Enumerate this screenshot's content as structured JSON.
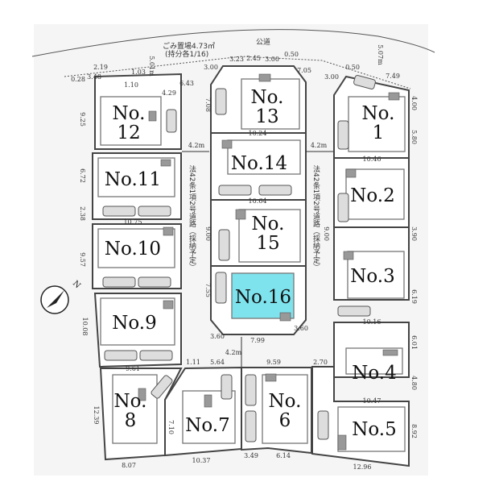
{
  "public_road": "公道",
  "garbage_area": "ごみ置場4.73㎡",
  "garbage_share": "(持分各1/16)",
  "private_road_label": "法42条1項2号道路（採納予定）",
  "road_width": "4.2m",
  "highlight_color": "#7fe3ee",
  "north_mark": "N",
  "lots": {
    "no1": "No.\n1",
    "no2": "No.2",
    "no3": "No.3",
    "no4": "No.4",
    "no5": "No.5",
    "no6": "No.\n6",
    "no7": "No.7",
    "no8": "No.\n8",
    "no9": "No.9",
    "no10": "No.10",
    "no11": "No.11",
    "no12": "No.\n12",
    "no13": "No.\n13",
    "no14": "No.14",
    "no15": "No.\n15",
    "no16": "No.16"
  },
  "lot_lines": {
    "no1": [
      "No.",
      "1"
    ],
    "no6": [
      "No.",
      "6"
    ],
    "no8": [
      "No.",
      "8"
    ],
    "no12": [
      "No.",
      "12"
    ],
    "no13": [
      "No.",
      "13"
    ],
    "no15": [
      "No.",
      "15"
    ]
  },
  "selected_lot": "No.16",
  "dims": {
    "d5_01": "5.01m",
    "d2_19": "2.19",
    "d0_28": "0.28",
    "d3_48": "3.48",
    "d1_03": "1.03",
    "d1_10": "1.10",
    "d4_29": "4.29",
    "d6_43": "6.43",
    "d3_00a": "3.00",
    "d3_23": "3.23",
    "d2_45": "2.45",
    "d3_00b": "3.00",
    "d0_50a": "0.50",
    "d7_05": "7.05",
    "d3_00c": "3.00",
    "d0_50b": "0.50",
    "d5_07": "5.07m",
    "d7_49": "7.49",
    "d9_25": "9.25",
    "d6_72": "6.72",
    "d2_38": "2.38",
    "d9_57": "9.57",
    "d10_08": "10.08",
    "d12_39": "12.39",
    "d8_07": "8.07",
    "d10_37": "10.37",
    "d3_49": "3.49",
    "d6_14": "6.14",
    "d12_96": "12.96",
    "d8_92": "8.92",
    "d4_80": "4.80",
    "d6_01": "6.01",
    "d6_19": "6.19",
    "d2_70": "2.70",
    "d3_90": "3.90",
    "d5_80": "5.80",
    "d4_00": "4.00",
    "d10_64": "10.64",
    "d10_24": "10.24",
    "d9_00a": "9.00",
    "d9_00b": "9.00",
    "d7_55": "7.55",
    "d7_99": "7.99",
    "d5_64": "5.64",
    "d1_11": "1.11",
    "d9_59": "9.59",
    "d9_61": "9.61",
    "d10_75": "10.75",
    "d10_46": "10.46",
    "d10_47": "10.47",
    "d10_16": "10.16",
    "d7_08": "7.08",
    "d3_60a": "3.60",
    "d3_60b": "3.60",
    "d7_10": "7.10"
  }
}
